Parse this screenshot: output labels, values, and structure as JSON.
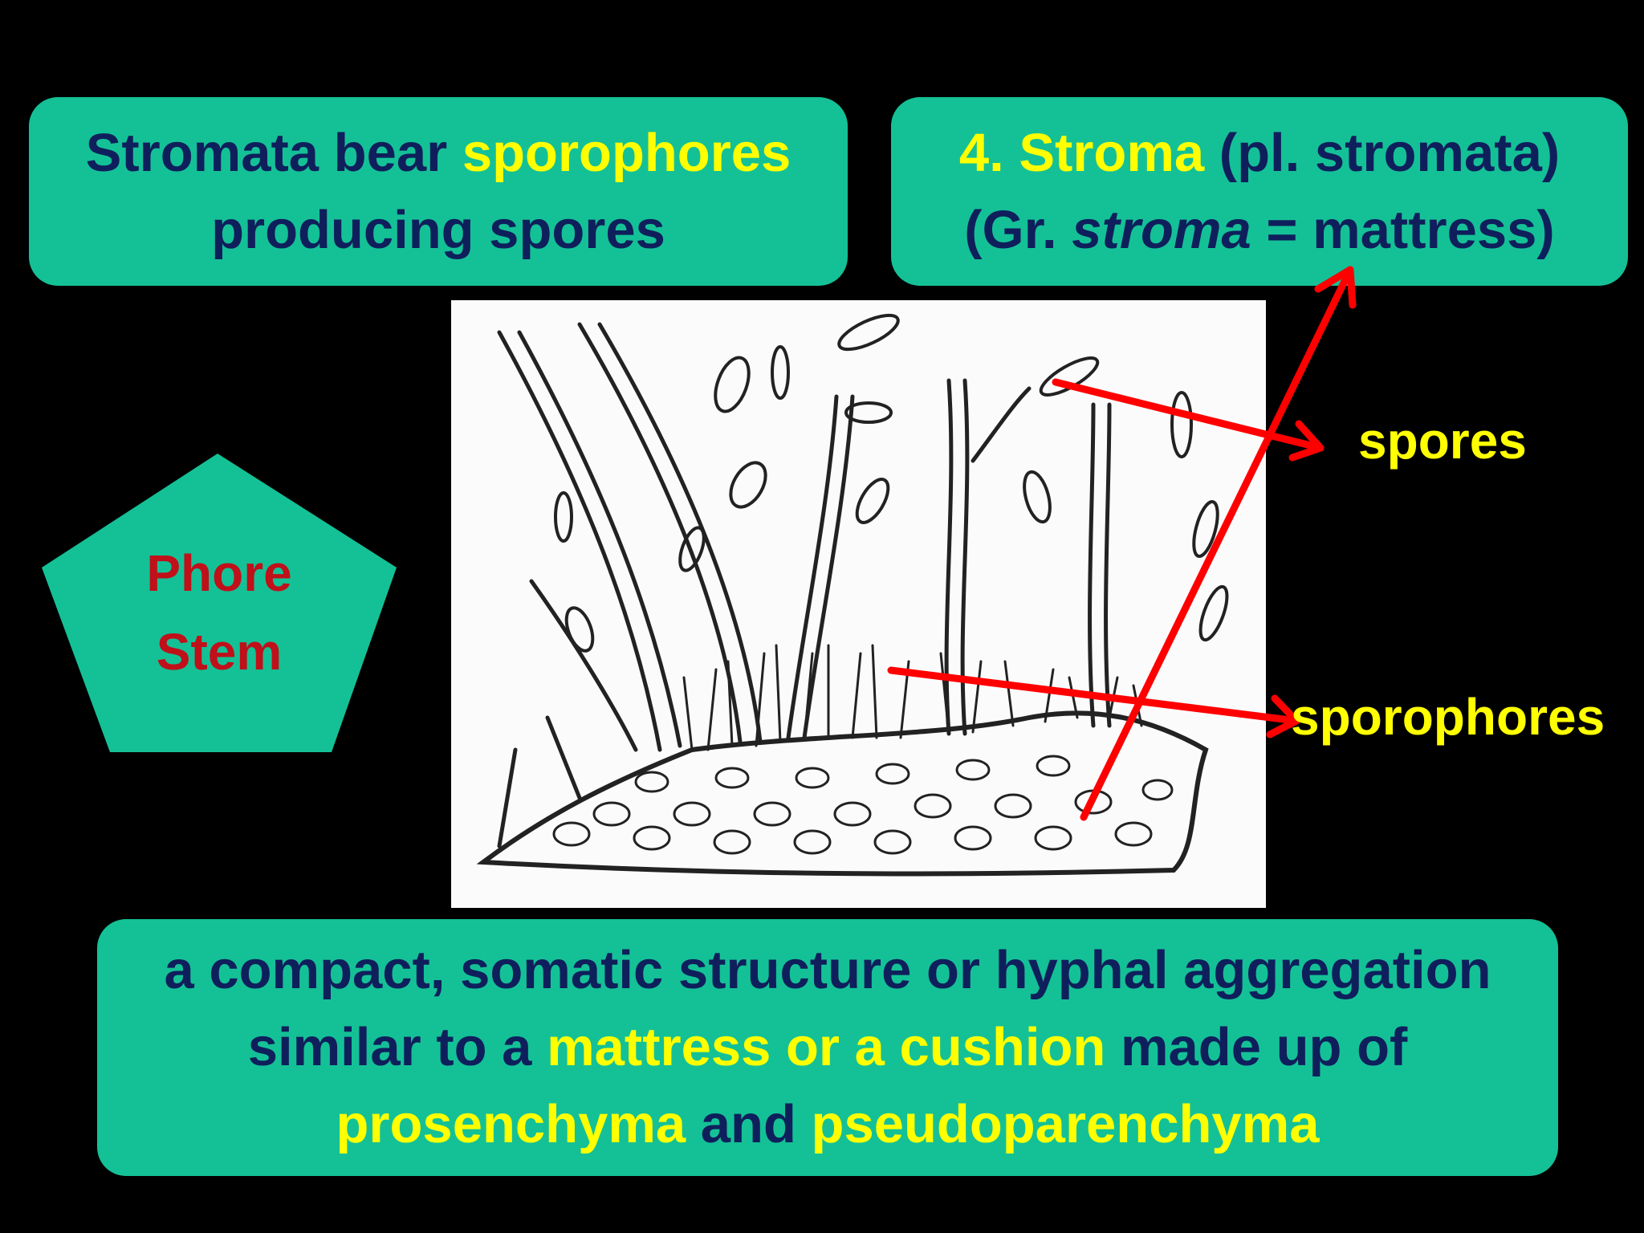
{
  "boxes": {
    "left_line1_a": "Stromata bear ",
    "left_line1_b": "sporophores",
    "left_line2": "producing spores",
    "right_line1_a": "4. Stroma",
    "right_line1_b": " (pl. stromata)",
    "right_line2_a": "(Gr. ",
    "right_line2_b": "stroma",
    "right_line2_c": " = mattress)",
    "bottom_line1": "a compact, somatic structure or hyphal aggregation",
    "bottom_line2_a": "similar to a ",
    "bottom_line2_b": "mattress or a cushion",
    "bottom_line2_c": " made up of",
    "bottom_line3_a": "prosenchyma",
    "bottom_line3_b": " and ",
    "bottom_line3_c": "pseudoparenchyma"
  },
  "pentagon": {
    "line1": "Phore",
    "line2": "Stem"
  },
  "labels": {
    "spores": "spores",
    "sporophores": "sporophores"
  },
  "colors": {
    "background": "#000000",
    "box": "#14c196",
    "navy_text": "#0f1f5c",
    "highlight": "#ffff00",
    "pentagon_text": "#c0101a",
    "arrow": "#ff0000"
  }
}
